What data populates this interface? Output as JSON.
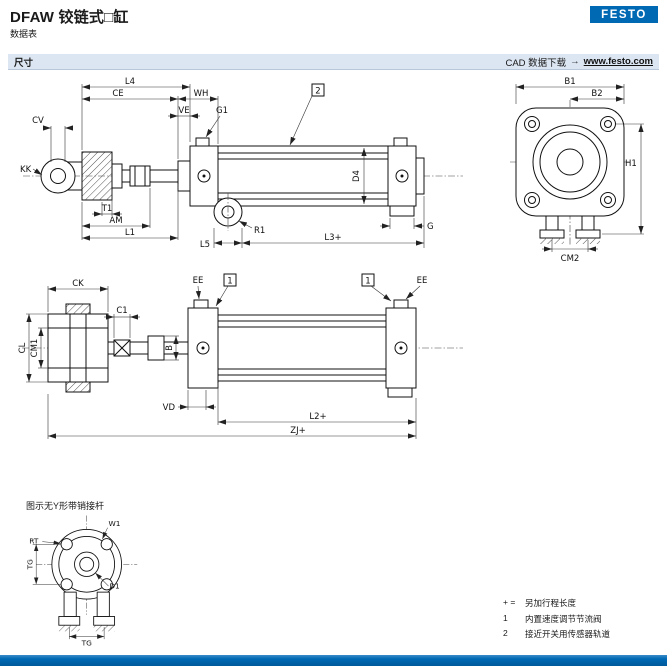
{
  "page": {
    "title": "DFAW 铰链式□缸",
    "subtitle": "数据表",
    "brand": "FESTO"
  },
  "sectionbar": {
    "left": "尺寸",
    "cad_label": "CAD 数据下载",
    "arrow": "→",
    "link": "www.festo.com"
  },
  "drawing4_caption": "图示无Y形带销接杆",
  "dims": {
    "L4": "L4",
    "CE": "CE",
    "WH": "WH",
    "VE": "VE",
    "G1": "G1",
    "CV": "CV",
    "KK": "KK",
    "AM": "AM",
    "T1": "T1",
    "L1": "L1",
    "L5": "L5",
    "R1": "R1",
    "L3": "L3+",
    "G": "G",
    "D4": "D4",
    "B1": "B1",
    "B2": "B2",
    "H1": "H1",
    "CM2": "CM2",
    "CK": "CK",
    "C1": "C1",
    "CL": "CL",
    "CM1": "CM1",
    "EE": "EE",
    "B": "B",
    "VD": "VD",
    "L2": "L2+",
    "ZJ": "ZJ+",
    "W1": "W1",
    "RT": "RT",
    "TG": "TG",
    "D1": "D1",
    "marker1": "1",
    "marker2": "2"
  },
  "legend": {
    "items": [
      {
        "key": "+ =",
        "text": "另加行程长度"
      },
      {
        "key": "1",
        "text": "内置速度调节节流阀"
      },
      {
        "key": "2",
        "text": "接近开关用传感器轨道"
      }
    ]
  }
}
